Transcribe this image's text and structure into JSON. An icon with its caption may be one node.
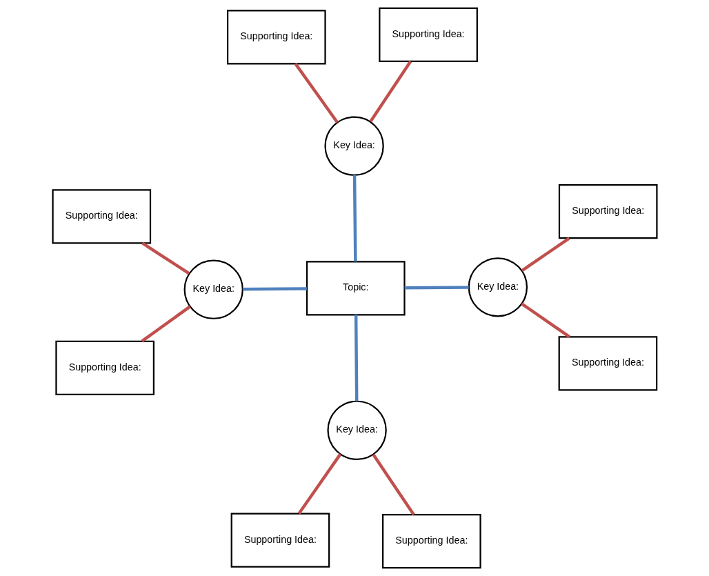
{
  "diagram": {
    "nodes": [
      {
        "text": [
          "Supporting Idea:"
        ]
      },
      {
        "text": [
          "Supporting Idea:"
        ]
      },
      {
        "text": [
          "Supporting Idea:"
        ]
      },
      {
        "text": [
          "Key Idea:"
        ]
      },
      {
        "text": [
          "Topic:"
        ]
      },
      {
        "text": [
          "Supporting Idea:"
        ]
      },
      {
        "text": [
          "Key Idea:"
        ]
      },
      {
        "text": [
          "Key Idea:"
        ]
      },
      {
        "text": [
          "Key Idea:"
        ]
      },
      {
        "text": [
          "Supporting Idea:"
        ]
      },
      {
        "text": [
          "Supporting Idea:"
        ]
      },
      {
        "text": [
          "Supporting Idea:"
        ]
      },
      {
        "text": [
          "Supporting Idea:"
        ]
      }
    ],
    "edges": [
      {
        "from": 3,
        "to": 0,
        "arrow": "none"
      },
      {
        "from": 3,
        "to": 1,
        "arrow": "none"
      },
      {
        "from": 6,
        "to": 2,
        "arrow": "none"
      },
      {
        "from": 4,
        "to": 3,
        "arrow": "none",
        "color": "#4f81bd"
      },
      {
        "from": 4,
        "to": 6,
        "arrow": "none",
        "color": "#4f81bd"
      },
      {
        "from": 6,
        "to": 5,
        "arrow": "none"
      },
      {
        "from": 4,
        "to": 7,
        "arrow": "none",
        "color": "#4f81bd"
      },
      {
        "from": 4,
        "to": 8,
        "arrow": "none",
        "color": "#4f81bd"
      },
      {
        "from": 8,
        "to": 9,
        "arrow": "none"
      },
      {
        "from": 7,
        "to": 10,
        "arrow": "none"
      },
      {
        "from": 7,
        "to": 11,
        "arrow": "none"
      },
      {
        "from": 8,
        "to": 12,
        "arrow": "none"
      }
    ]
  }
}
